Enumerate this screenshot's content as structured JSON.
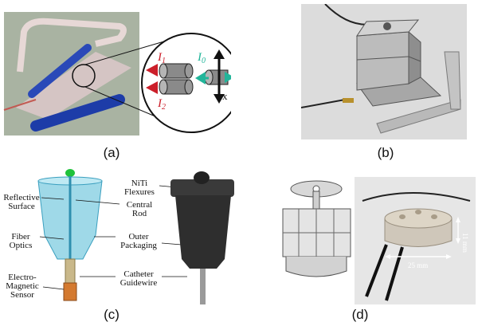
{
  "captions": {
    "a": "(a)",
    "b": "(b)",
    "c": "(c)",
    "d": "(d)"
  },
  "panel_a": {
    "i1_symbol": "I",
    "i1_sub": "1",
    "i0_symbol": "I",
    "i0_sub": "0",
    "i2_symbol": "I",
    "i2_sub": "2",
    "x_label": "x",
    "colors": {
      "red": "#cc1f2a",
      "teal": "#22b59a",
      "blue": "#1f3fa8"
    }
  },
  "panel_c": {
    "labels": {
      "niti_flexures": "NiTi\nFlexures",
      "reflective_surface": "Reflective\nSurface",
      "central_rod": "Central\nRod",
      "fiber_optics": "Fiber\nOptics",
      "outer_packaging": "Outer\nPackaging",
      "catheter_guidewire": "Catheter\nGuidewire",
      "em_sensor": "Electro-\nMagnetic\nSensor"
    }
  },
  "panel_d": {
    "height_dim": "11 mm",
    "width_dim": "25 mm"
  }
}
